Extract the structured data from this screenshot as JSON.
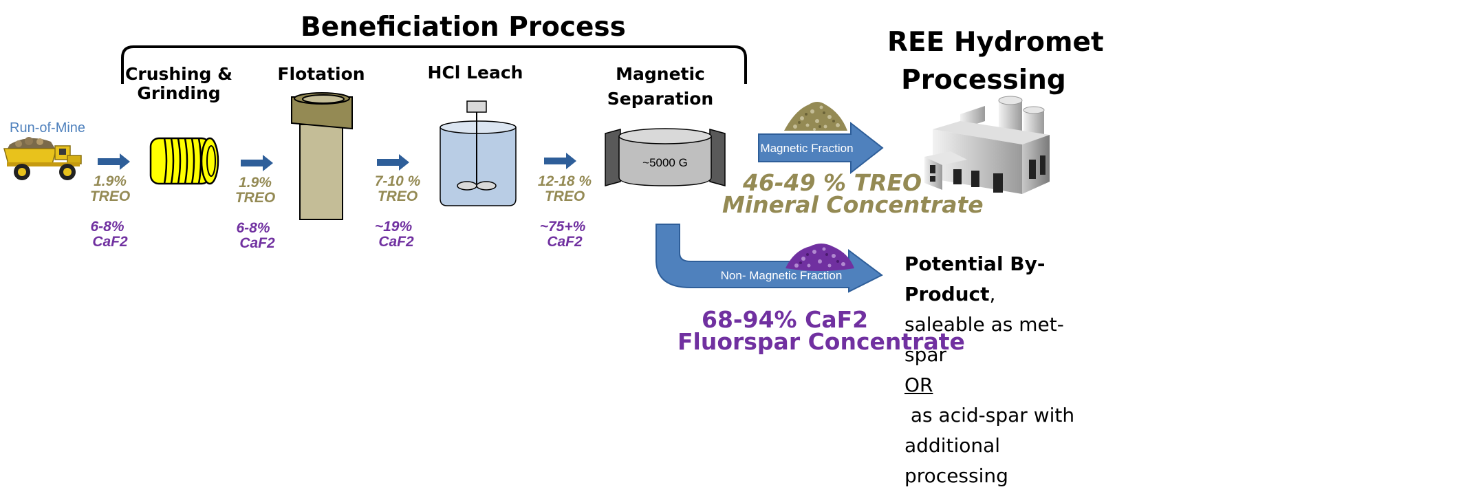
{
  "header": {
    "title": "Beneficiation Process",
    "hydromet_line1": "REE Hydromet",
    "hydromet_line2": "Processing"
  },
  "steps": [
    {
      "label_line1": "Crushing &",
      "label_line2": "Grinding",
      "icon": "drum-icon"
    },
    {
      "label_line1": "Flotation",
      "label_line2": "",
      "icon": "flotation-column-icon"
    },
    {
      "label_line1": "HCl Leach",
      "label_line2": "",
      "icon": "leach-tank-icon"
    },
    {
      "label_line1": "Magnetic Separation",
      "label_line2": "",
      "icon": "magnetic-separator-icon"
    }
  ],
  "start": {
    "label": "Run-of-Mine",
    "icon": "haul-truck-icon"
  },
  "grades": [
    {
      "treo_line1": "1.9%",
      "treo_line2": "TREO",
      "caf_line1": "6-8%",
      "caf_line2": "CaF2"
    },
    {
      "treo_line1": "1.9%",
      "treo_line2": "TREO",
      "caf_line1": "6-8%",
      "caf_line2": "CaF2"
    },
    {
      "treo_line1": "7-10 %",
      "treo_line2": "TREO",
      "caf_line1": "~19%",
      "caf_line2": "CaF2"
    },
    {
      "treo_line1": "12-18 %",
      "treo_line2": "TREO",
      "caf_line1": "~75+%",
      "caf_line2": "CaF2"
    }
  ],
  "separator_label": "~5000 G",
  "magnetic": {
    "arrow_label": "Magnetic Fraction",
    "grade": "46-49 % TREO",
    "product": "Mineral Concentrate"
  },
  "non_magnetic": {
    "arrow_label": "Non- Magnetic Fraction",
    "grade": "68-94% CaF2",
    "product": "Fluorspar Concentrate"
  },
  "byproduct": {
    "bold": "Potential By-Product",
    "comma": ",",
    "line2": "saleable as met-spar",
    "or": "OR",
    "line3_rest": " as acid-spar with",
    "line4": "additional processing"
  },
  "colors": {
    "arrow_blue": "#4f81bd",
    "small_arrow_blue": "#2e5e99",
    "treo_olive": "#948a54",
    "caf2_purple": "#7030a0",
    "run_of_mine_blue": "#4f81bd"
  }
}
